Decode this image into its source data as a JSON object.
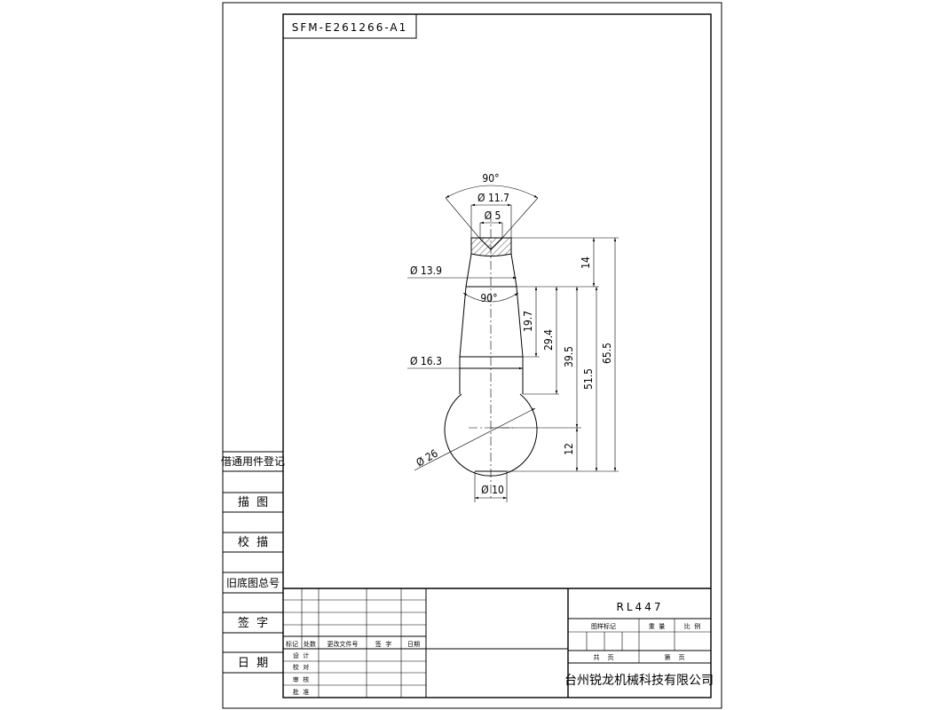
{
  "drawing_code": "SFM-E261266-A1",
  "side_panel": {
    "register": "借通用件登记",
    "trace": "描  图",
    "check_trace": "校  描",
    "old_drawing": "旧底图总号",
    "signature": "签  字",
    "date": "日  期"
  },
  "revision_table": {
    "headers": [
      "标记",
      "处数",
      "更改文件号",
      "签  字",
      "日期"
    ],
    "roles": [
      "设  计",
      "校  对",
      "审  核",
      "批  准"
    ]
  },
  "title_block": {
    "part_number": "RL447",
    "labels": {
      "drawing_mark": "图样标记",
      "weight": "重  量",
      "scale": "比  例",
      "total_sheets": "共    页",
      "sheet_no": "第    页"
    },
    "company": "台州锐龙机械科技有限公司"
  },
  "dimensions": {
    "angle_top": "90°",
    "dia_top_outer": "Ø 11.7",
    "dia_top_inner": "Ø 5",
    "dia_13_9": "Ø 13.9",
    "angle_mid": "90°",
    "dia_16_3": "Ø 16.3",
    "dia_ball": "Ø 26",
    "dia_bottom": "Ø 10",
    "len_14": "14",
    "len_19_7": "19.7",
    "len_29_4": "29.4",
    "len_39_5": "39.5",
    "len_51_5": "51.5",
    "len_65_5": "65.5",
    "len_12": "12"
  }
}
